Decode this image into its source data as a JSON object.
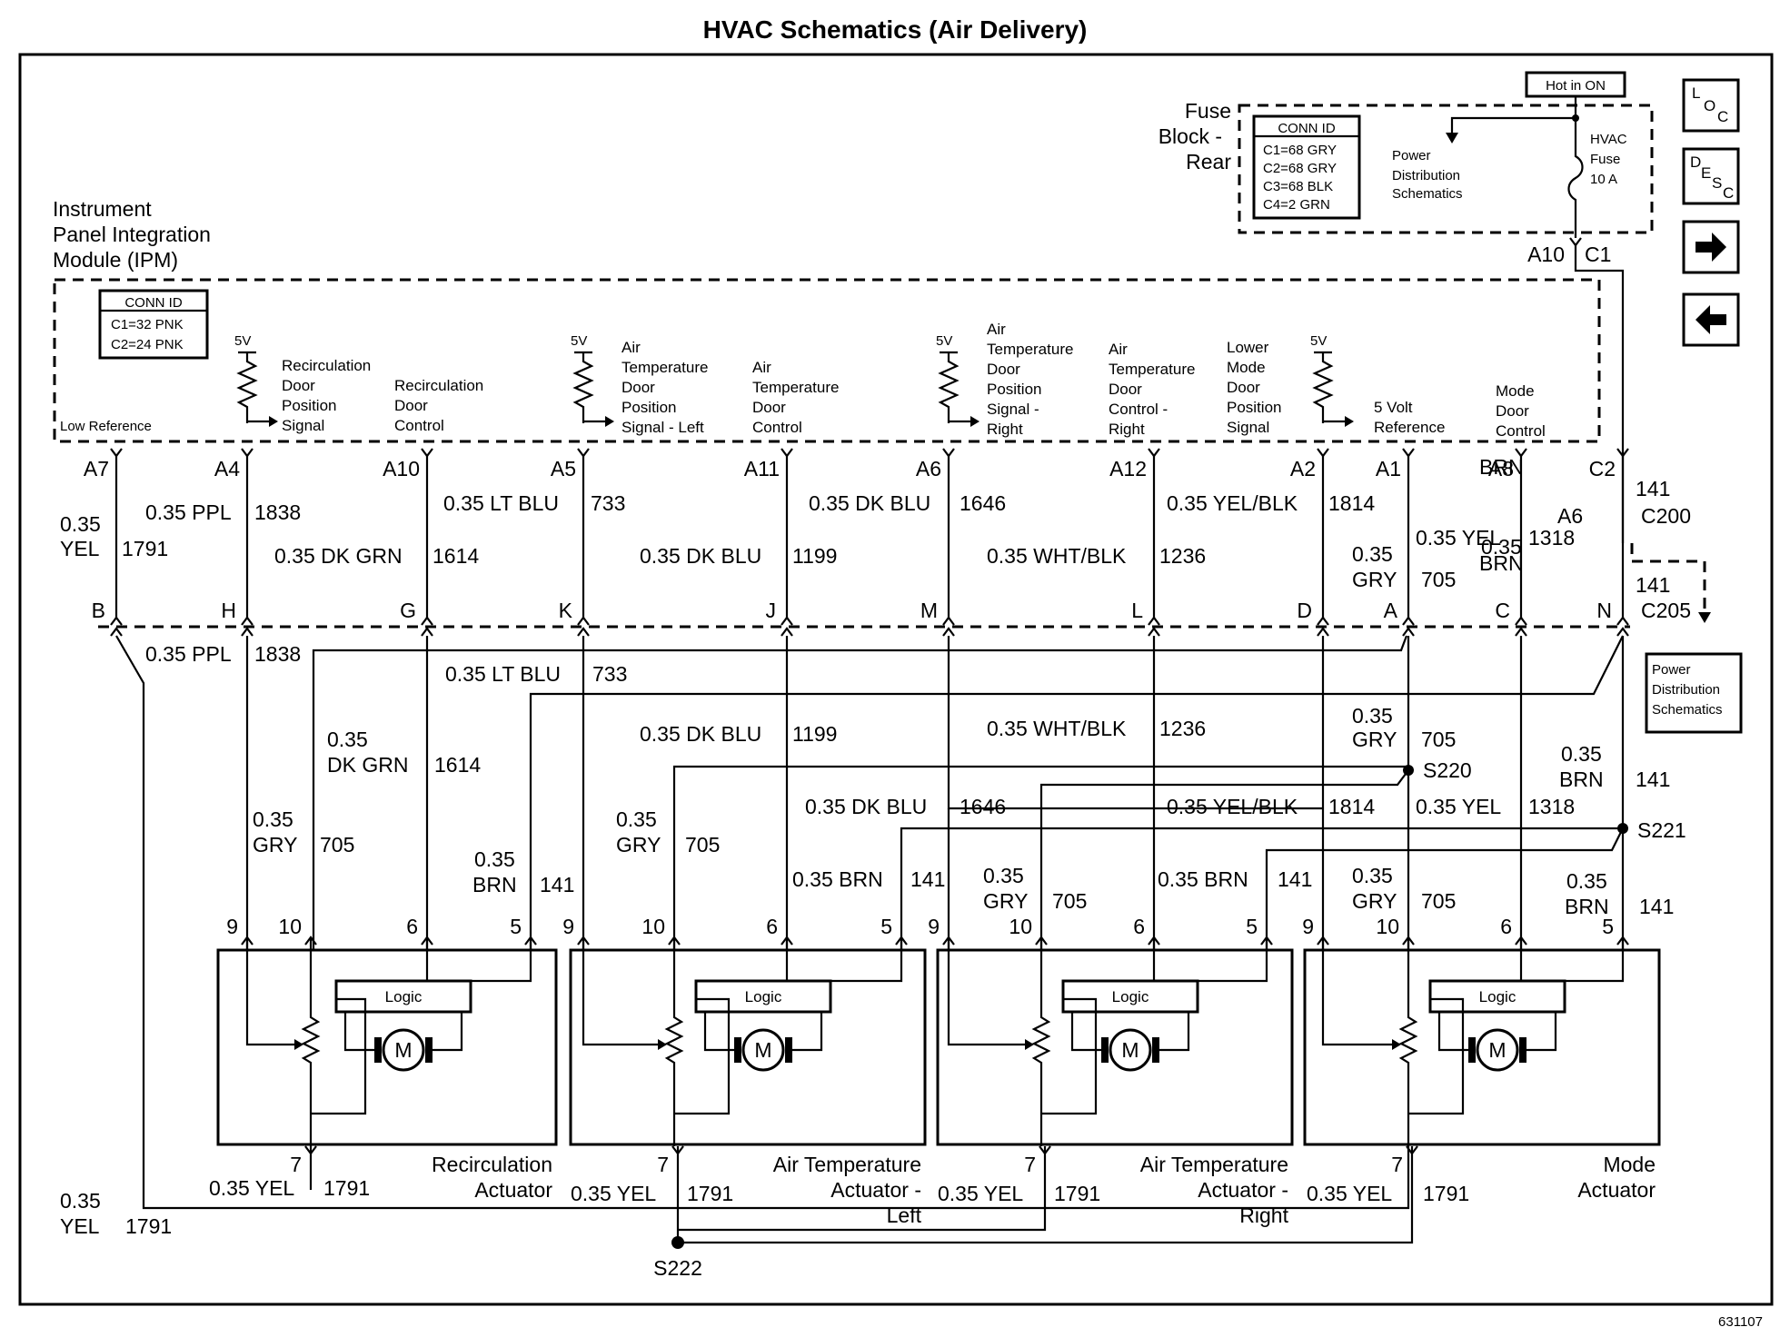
{
  "title": "HVAC Schematics (Air Delivery)",
  "figure_id": "631107",
  "nav_buttons": [
    {
      "id": "loc",
      "icon": "loc-icon"
    },
    {
      "id": "desc",
      "icon": "desc-icon"
    },
    {
      "id": "next",
      "icon": "arrow-right-icon"
    },
    {
      "id": "prev",
      "icon": "arrow-left-icon"
    }
  ],
  "fuse_block": {
    "title_lines": [
      "Fuse",
      "Block -",
      "Rear"
    ],
    "hot_in": "Hot in ON",
    "conn_title": "CONN ID",
    "conn_lines": [
      "C1=68 GRY",
      "C2=68 GRY",
      "C3=68 BLK",
      "C4=2 GRN"
    ],
    "power_dist": [
      "Power",
      "Distribution",
      "Schematics"
    ],
    "fuse_label": [
      "HVAC",
      "Fuse",
      "10 A"
    ],
    "pin_a10": "A10",
    "pin_c1": "C1"
  },
  "ipm": {
    "title_lines": [
      "Instrument",
      "Panel Integration",
      "Module (IPM)"
    ],
    "conn_title": "CONN ID",
    "conn_lines": [
      "C1=32 PNK",
      "C2=24 PNK"
    ],
    "low_ref": "Low Reference",
    "v5": "5V",
    "recirc_pos": [
      "Recirculation",
      "Door",
      "Position",
      "Signal"
    ],
    "recirc_ctrl": [
      "Recirculation",
      "Door",
      "Control"
    ],
    "airtemp_l_pos": [
      "Air",
      "Temperature",
      "Door",
      "Position",
      "Signal - Left"
    ],
    "airtemp_l_ctrl": [
      "Air",
      "Temperature",
      "Door",
      "Control"
    ],
    "airtemp_r_pos": [
      "Air",
      "Temperature",
      "Door",
      "Position",
      "Signal -",
      "Right"
    ],
    "airtemp_r_ctrl": [
      "Air",
      "Temperature",
      "Door",
      "Control -",
      "Right"
    ],
    "mode_pos": [
      "Lower",
      "Mode",
      "Door",
      "Position",
      "Signal"
    ],
    "ref5": [
      "5 Volt",
      "Reference"
    ],
    "mode_ctrl": [
      "Mode",
      "Door",
      "Control"
    ]
  },
  "ipm_pins": [
    "A7",
    "A4",
    "A10",
    "A5",
    "A11",
    "A6",
    "A12",
    "A2",
    "A1",
    "A8",
    "C2"
  ],
  "conn_letters": [
    "B",
    "H",
    "G",
    "K",
    "J",
    "M",
    "L",
    "D",
    "A",
    "C",
    "N"
  ],
  "wire_labels": {
    "w1791_gauge": "0.35",
    "w1791_color": "YEL",
    "w1791_num": "1791",
    "w1838_spec": "0.35 PPL",
    "w1838_num": "1838",
    "w1614_spec": "0.35 DK GRN",
    "w1614_num": "1614",
    "w733_spec": "0.35 LT BLU",
    "w733_num": "733",
    "w1199_spec": "0.35 DK BLU",
    "w1199_num": "1199",
    "w1646_spec": "0.35 DK BLU",
    "w1646_num": "1646",
    "w1236_spec": "0.35 WHT/BLK",
    "w1236_num": "1236",
    "w1814_spec": "0.35 YEL/BLK",
    "w1814_num": "1814",
    "w705_gauge": "0.35",
    "w705_color": "GRY",
    "w705_num": "705",
    "w1318_spec": "0.35 YEL",
    "w1318_num": "1318",
    "w141_gauge": "0.35",
    "w141_color": "BRN",
    "w141_num": "141",
    "w141_spec": "0.35 BRN",
    "w1791_spec": "0.35 YEL",
    "w1614_gauge": "0.35",
    "w1614_color": "DK GRN",
    "c200": "C200",
    "c205": "C205",
    "a6": "A6",
    "power_dist": [
      "Power",
      "Distribution",
      "Schematics"
    ]
  },
  "splices": {
    "s220": "S220",
    "s221": "S221",
    "s222": "S222"
  },
  "actuator_pins": {
    "p9": "9",
    "p10": "10",
    "p6": "6",
    "p5": "5",
    "p7": "7"
  },
  "actuators": [
    {
      "name": [
        "Recirculation",
        "Actuator"
      ],
      "logic": "Logic",
      "motor": "M"
    },
    {
      "name": [
        "Air Temperature",
        "Actuator -",
        "Left"
      ],
      "logic": "Logic",
      "motor": "M"
    },
    {
      "name": [
        "Air Temperature",
        "Actuator -",
        "Right"
      ],
      "logic": "Logic",
      "motor": "M"
    },
    {
      "name": [
        "Mode",
        "Actuator"
      ],
      "logic": "Logic",
      "motor": "M"
    }
  ]
}
